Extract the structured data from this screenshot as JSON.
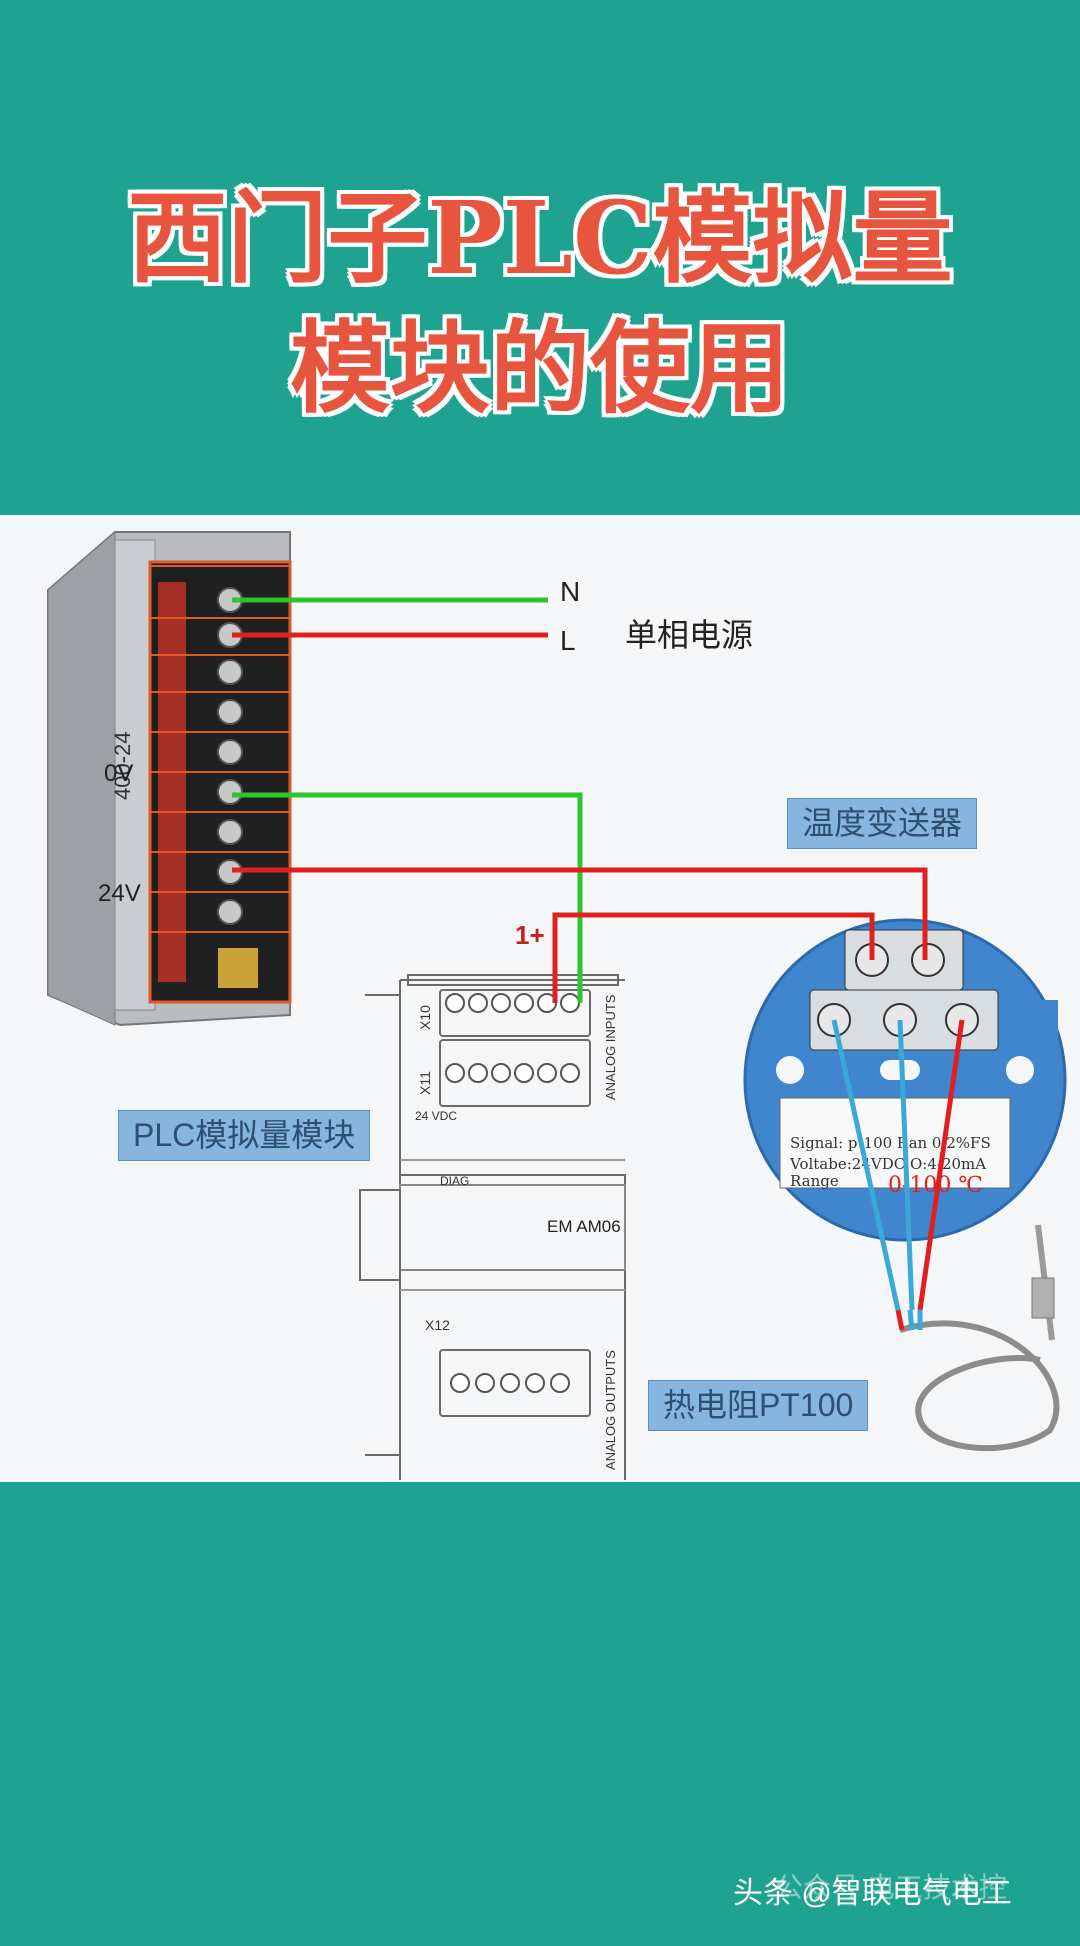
{
  "title": {
    "line1": "西门子PLC模拟量",
    "line2": "模块的使用"
  },
  "labels": {
    "n": "N",
    "l": "L",
    "single_phase_power": "单相电源",
    "zero_v": "0V",
    "v24": "24V",
    "one_plus": "1+",
    "temp_transmitter": "温度变送器",
    "plc_module": "PLC模拟量模块",
    "pt100": "热电阻PT100",
    "em_am06": "EM AM06",
    "psu_model": "400-24",
    "signal_text": "Signal: pt100 Ran 0.2%FS",
    "voltage_text": "Voltabe:24VDC O:4-20mA",
    "range_label": "Range",
    "range_value": "0-100 ℃",
    "analog_inputs": "ANALOG INPUTS",
    "analog_outputs": "ANALOG OUTPUTS",
    "x10": "X10",
    "x11": "X11",
    "x12": "X12",
    "diag": "DIAG",
    "vdc": "24 VDC"
  },
  "watermark": {
    "text": "头条 @智联电气电工",
    "ghost": "公众号 电工技术控"
  },
  "colors": {
    "background": "#1ea390",
    "title": "#e8553e",
    "wire_red": "#e02020",
    "wire_green": "#2ec42e",
    "wire_blue": "#3aa8d8",
    "transmitter": "#3f86cf",
    "label_box": "#86b6e0"
  }
}
